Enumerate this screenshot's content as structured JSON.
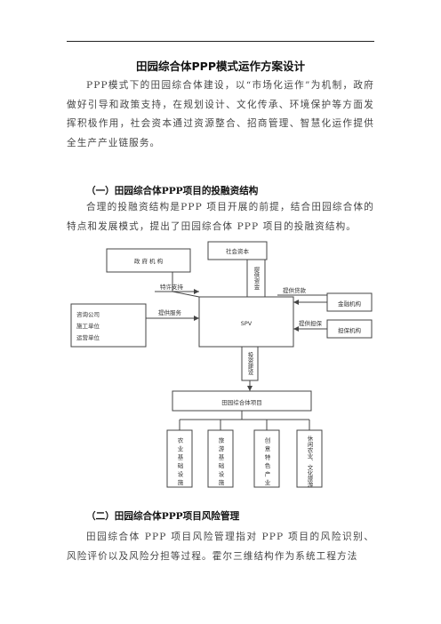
{
  "doc_title": "田园综合体PPP模式运作方案设计",
  "intro": "PPP模式下的田园综合体建设，以“市场化运作”为机制，政府做好引导和政策支持，在规划设计、文化传承、环境保护等方面发挥积极作用，社会资本通过资源整合、招商管理、智慧化运作提供全生产产业链服务。",
  "section1": {
    "heading": "（一）田园综合体PPP项目的投融资结构",
    "body": "合理的投融资结构是PPP 项目开展的前提，结合田园综合体的特点和发展模式，提出了田园综合体 PPP 项目的投融资结构。"
  },
  "diagram": {
    "gov": "政 府 机 构",
    "social": "社会资本",
    "provide_capital": "提供资金",
    "spv": "SPV",
    "consult": [
      "咨询公司",
      "施工单位",
      "运营单位"
    ],
    "provide_service": "提供服务",
    "special_support": "特许支持",
    "provide_loan": "提供贷款",
    "finance": "金融机构",
    "provide_guarantee": "提供担保",
    "guarantee_org": "担保机构",
    "invest_build": "投资建设",
    "project": "田园综合体项目",
    "sub1": "农业基础设施",
    "sub2": "旅游基础设施",
    "sub3": "创意特色产业",
    "sub4": "休闲农业、文化旅游"
  },
  "section2": {
    "heading": "（二）田园综合体PPP项目风险管理",
    "body": "田园综合体 PPP 项目风险管理指对 PPP 项目的风险识别、风险评价以及风险分担等过程。霍尔三维结构作为系统工程方法"
  }
}
